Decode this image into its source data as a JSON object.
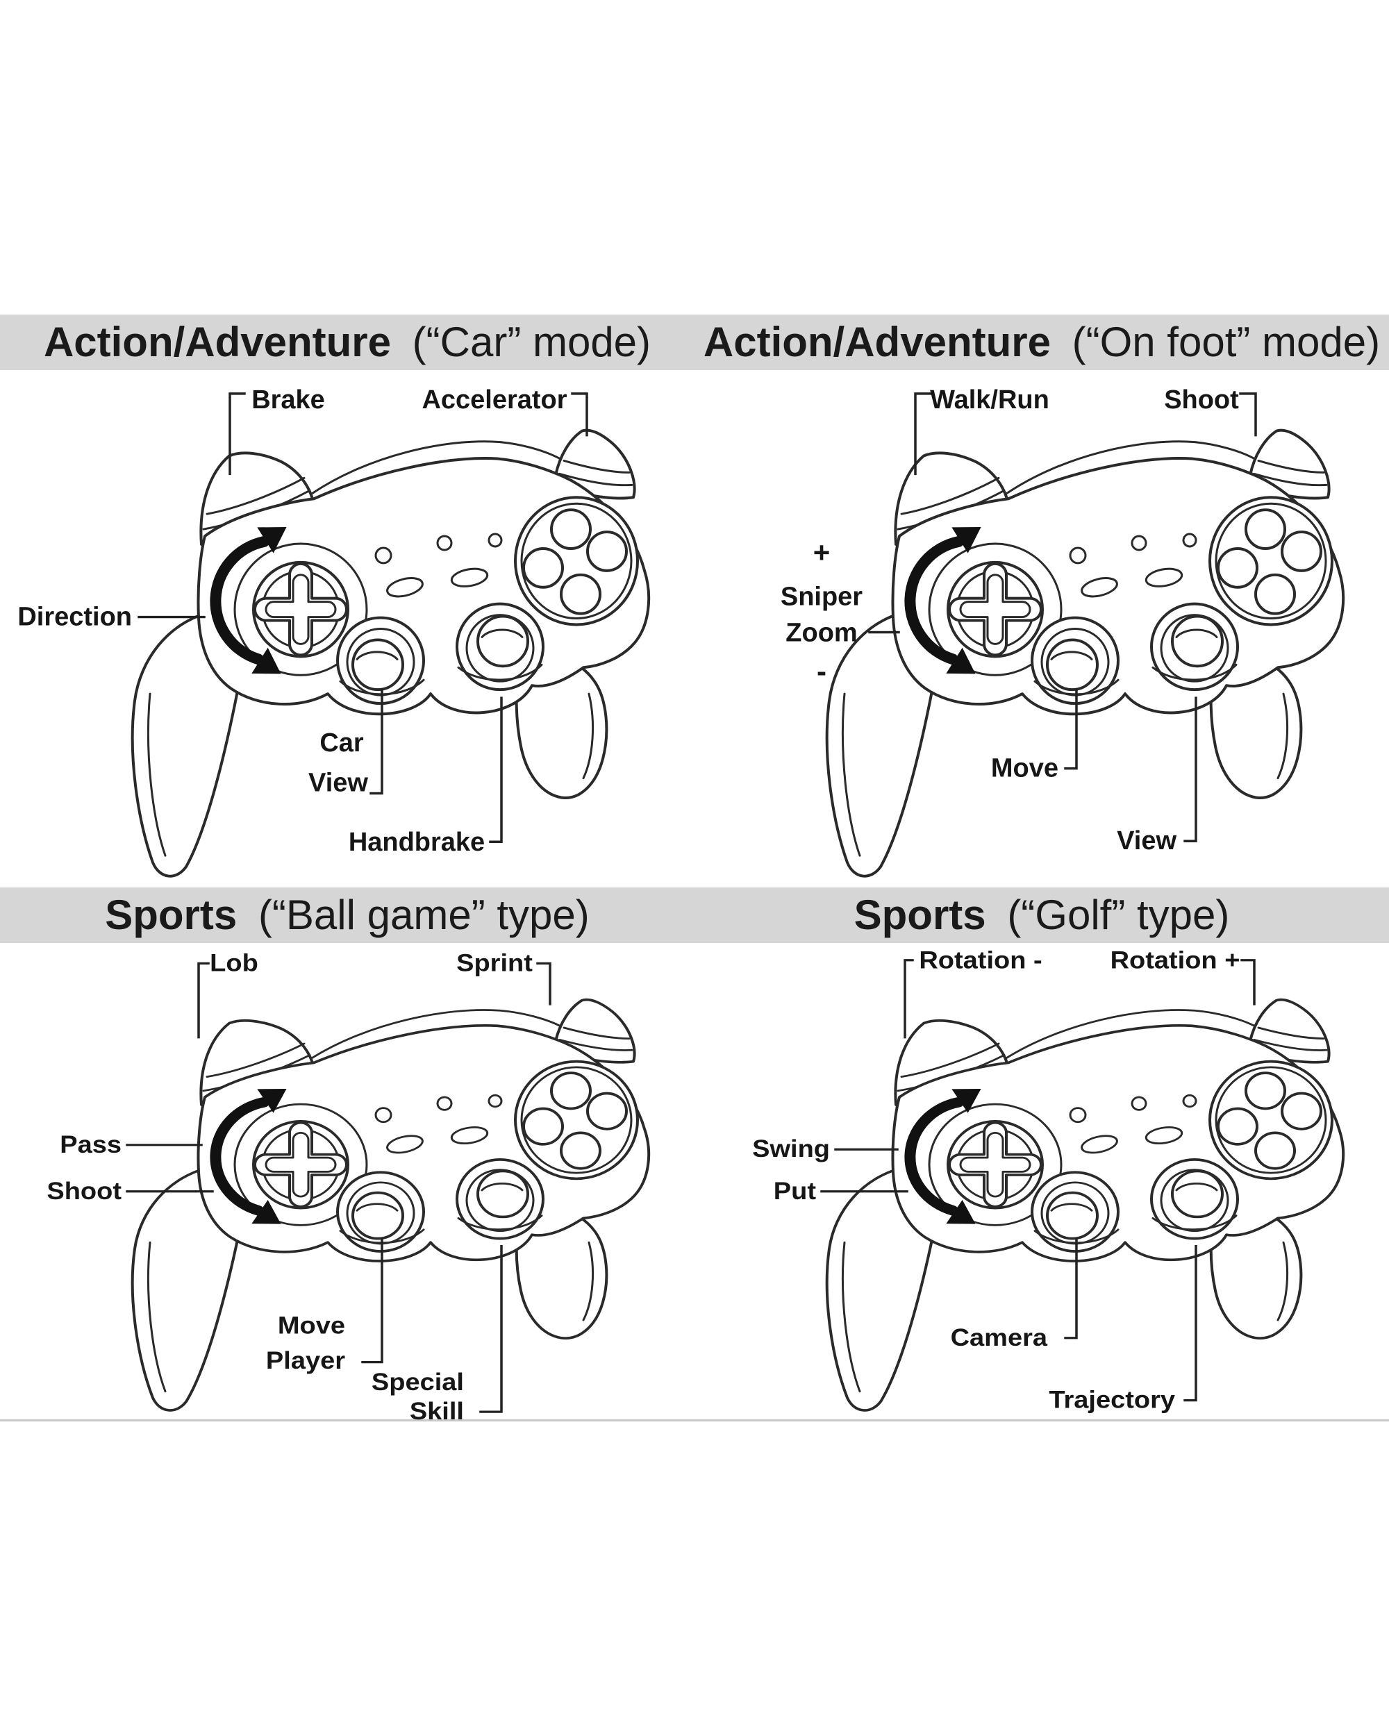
{
  "page": {
    "background": "#ffffff",
    "banner_color": "#d6d6d6",
    "ink_color": "#2a2a2a"
  },
  "quadrants": {
    "car": {
      "title": {
        "bold": "Action/Adventure",
        "normal": "(“Car” mode)"
      },
      "labels": {
        "left_trigger": "Brake",
        "right_trigger": "Accelerator",
        "dpad": "Direction",
        "left_stick_line1": "Car",
        "left_stick_line2": "View",
        "right_stick": "Handbrake"
      }
    },
    "on_foot": {
      "title": {
        "bold": "Action/Adventure",
        "normal": "(“On foot” mode)"
      },
      "labels": {
        "left_trigger": "Walk/Run",
        "right_trigger": "Shoot",
        "dpad_plus": "+",
        "dpad_line1": "Sniper",
        "dpad_line2": "Zoom",
        "dpad_minus": "-",
        "left_stick": "Move",
        "right_stick": "View"
      }
    },
    "ball_game": {
      "title": {
        "bold": "Sports",
        "normal": "(“Ball game” type)"
      },
      "labels": {
        "left_trigger": "Lob",
        "right_trigger": "Sprint",
        "dpad_up": "Pass",
        "dpad_down": "Shoot",
        "left_stick_line1": "Move",
        "left_stick_line2": "Player",
        "right_stick_line1": "Special",
        "right_stick_line2": "Skill"
      }
    },
    "golf": {
      "title": {
        "bold": "Sports",
        "normal": "(“Golf” type)"
      },
      "labels": {
        "left_trigger": "Rotation -",
        "right_trigger": "Rotation +",
        "dpad_up": "Swing",
        "dpad_down": "Put",
        "left_stick": "Camera",
        "right_stick": "Trajectory"
      }
    }
  }
}
